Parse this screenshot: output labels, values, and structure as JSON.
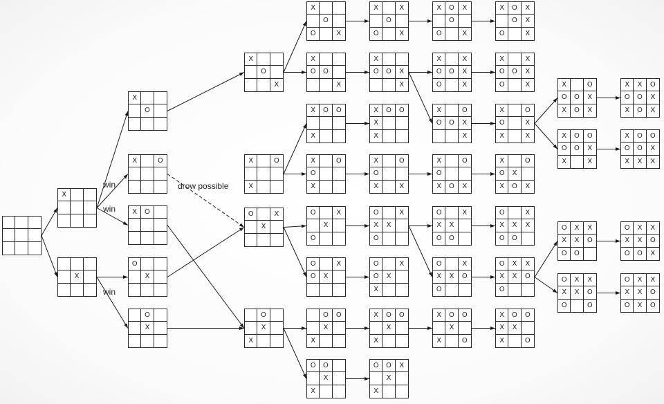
{
  "diagram": {
    "labels": [
      {
        "id": "win1",
        "text": "win"
      },
      {
        "id": "win2",
        "text": "win"
      },
      {
        "id": "win3",
        "text": "win"
      },
      {
        "id": "draw",
        "text": "drow possible"
      }
    ],
    "boards": [
      {
        "id": "b_root",
        "cells": [
          "",
          "",
          "",
          "",
          "",
          "",
          "",
          "",
          ""
        ]
      },
      {
        "id": "b_corner",
        "cells": [
          "X",
          "",
          "",
          "",
          "",
          "",
          "",
          "",
          ""
        ]
      },
      {
        "id": "b_center",
        "cells": [
          "",
          "",
          "",
          "",
          "X",
          "",
          "",
          "",
          ""
        ]
      },
      {
        "id": "c1",
        "cells": [
          "X",
          "",
          "",
          "",
          "O",
          "",
          "",
          "",
          ""
        ]
      },
      {
        "id": "c2",
        "cells": [
          "X",
          "",
          "O",
          "",
          "",
          "",
          "",
          "",
          ""
        ]
      },
      {
        "id": "c3",
        "cells": [
          "X",
          "O",
          "",
          "",
          "",
          "",
          "",
          "",
          ""
        ]
      },
      {
        "id": "c4",
        "cells": [
          "O",
          "",
          "",
          "",
          "X",
          "",
          "",
          "",
          ""
        ]
      },
      {
        "id": "c5",
        "cells": [
          "",
          "O",
          "",
          "",
          "X",
          "",
          "",
          "",
          ""
        ]
      },
      {
        "id": "d1",
        "cells": [
          "X",
          "",
          "",
          "",
          "O",
          "",
          "",
          "",
          "X"
        ]
      },
      {
        "id": "d2",
        "cells": [
          "X",
          "",
          "O",
          "",
          "",
          "",
          "X",
          "",
          ""
        ]
      },
      {
        "id": "d3",
        "cells": [
          "O",
          "",
          "X",
          "",
          "X",
          "",
          "",
          "",
          ""
        ]
      },
      {
        "id": "d4",
        "cells": [
          "",
          "O",
          "",
          "",
          "X",
          "",
          "X",
          "",
          ""
        ]
      },
      {
        "id": "e1",
        "cells": [
          "X",
          "",
          "",
          "",
          "O",
          "",
          "O",
          "",
          "X"
        ]
      },
      {
        "id": "e2",
        "cells": [
          "X",
          "",
          "",
          "O",
          "O",
          "",
          "",
          "",
          "X"
        ]
      },
      {
        "id": "e3",
        "cells": [
          "X",
          "O",
          "O",
          "",
          "",
          "",
          "X",
          "",
          ""
        ]
      },
      {
        "id": "e4",
        "cells": [
          "X",
          "",
          "O",
          "O",
          "",
          "",
          "X",
          "",
          ""
        ]
      },
      {
        "id": "e5",
        "cells": [
          "O",
          "",
          "X",
          "",
          "X",
          "",
          "O",
          "",
          ""
        ]
      },
      {
        "id": "e6",
        "cells": [
          "O",
          "",
          "X",
          "O",
          "X",
          "",
          "",
          "",
          ""
        ]
      },
      {
        "id": "e7",
        "cells": [
          "",
          "O",
          "O",
          "",
          "X",
          "",
          "X",
          "",
          ""
        ]
      },
      {
        "id": "e8",
        "cells": [
          "O",
          "O",
          "",
          "",
          "X",
          "",
          "X",
          "",
          ""
        ]
      },
      {
        "id": "f1",
        "cells": [
          "X",
          "",
          "X",
          "",
          "O",
          "",
          "O",
          "",
          "X"
        ]
      },
      {
        "id": "f2",
        "cells": [
          "X",
          "",
          "",
          "O",
          "O",
          "X",
          "",
          "",
          "X"
        ]
      },
      {
        "id": "f3",
        "cells": [
          "X",
          "O",
          "O",
          "X",
          "",
          "",
          "X",
          "",
          ""
        ]
      },
      {
        "id": "f4",
        "cells": [
          "X",
          "",
          "O",
          "O",
          "",
          "",
          "X",
          "",
          "X"
        ]
      },
      {
        "id": "f5",
        "cells": [
          "O",
          "",
          "X",
          "X",
          "X",
          "",
          "O",
          "",
          ""
        ]
      },
      {
        "id": "f6",
        "cells": [
          "O",
          "",
          "X",
          "O",
          "X",
          "",
          "X",
          "",
          ""
        ]
      },
      {
        "id": "f7",
        "cells": [
          "X",
          "O",
          "O",
          "",
          "X",
          "",
          "X",
          "",
          ""
        ]
      },
      {
        "id": "f8",
        "cells": [
          "O",
          "O",
          "X",
          "",
          "X",
          "",
          "X",
          "",
          ""
        ]
      },
      {
        "id": "g1",
        "cells": [
          "X",
          "O",
          "X",
          "",
          "O",
          "",
          "O",
          "",
          "X"
        ]
      },
      {
        "id": "g2",
        "cells": [
          "X",
          "",
          "X",
          "O",
          "O",
          "X",
          "O",
          "",
          "X"
        ]
      },
      {
        "id": "g3",
        "cells": [
          "X",
          "",
          "O",
          "O",
          "O",
          "X",
          "",
          "",
          "X"
        ]
      },
      {
        "id": "g4",
        "cells": [
          "X",
          "",
          "O",
          "O",
          "",
          "",
          "X",
          "O",
          "X"
        ]
      },
      {
        "id": "g5",
        "cells": [
          "O",
          "",
          "X",
          "X",
          "X",
          "",
          "O",
          "O",
          ""
        ]
      },
      {
        "id": "g6",
        "cells": [
          "O",
          "",
          "X",
          "X",
          "X",
          "O",
          "O",
          "",
          ""
        ]
      },
      {
        "id": "g7",
        "cells": [
          "X",
          "O",
          "O",
          "",
          "X",
          "",
          "X",
          "",
          "O"
        ]
      },
      {
        "id": "h1",
        "cells": [
          "X",
          "O",
          "X",
          "",
          "O",
          "X",
          "O",
          "",
          "X"
        ]
      },
      {
        "id": "h2",
        "cells": [
          "X",
          "",
          "X",
          "O",
          "O",
          "X",
          "O",
          "",
          "X"
        ]
      },
      {
        "id": "h3",
        "cells": [
          "X",
          "",
          "O",
          "O",
          "",
          "X",
          "X",
          "",
          "X"
        ]
      },
      {
        "id": "h4",
        "cells": [
          "X",
          "",
          "O",
          "O",
          "X",
          "",
          "X",
          "O",
          "X"
        ]
      },
      {
        "id": "h5",
        "cells": [
          "O",
          "",
          "X",
          "X",
          "X",
          "X",
          "O",
          "O",
          ""
        ]
      },
      {
        "id": "h6",
        "cells": [
          "O",
          "X",
          "X",
          "X",
          "X",
          "O",
          "O",
          "",
          ""
        ]
      },
      {
        "id": "h7",
        "cells": [
          "X",
          "O",
          "O",
          "X",
          "X",
          "",
          "X",
          "",
          "O"
        ]
      },
      {
        "id": "i1",
        "cells": [
          "X",
          "",
          "O",
          "O",
          "O",
          "X",
          "X",
          "O",
          "X"
        ]
      },
      {
        "id": "i2",
        "cells": [
          "X",
          "O",
          "O",
          "O",
          "O",
          "X",
          "X",
          "",
          "X"
        ]
      },
      {
        "id": "i3",
        "cells": [
          "O",
          "X",
          "X",
          "X",
          "X",
          "O",
          "O",
          "O",
          ""
        ]
      },
      {
        "id": "i4",
        "cells": [
          "O",
          "X",
          "X",
          "X",
          "X",
          "O",
          "O",
          "",
          "O"
        ]
      },
      {
        "id": "j1",
        "cells": [
          "X",
          "X",
          "O",
          "O",
          "O",
          "X",
          "X",
          "O",
          "X"
        ]
      },
      {
        "id": "j2",
        "cells": [
          "X",
          "O",
          "O",
          "O",
          "O",
          "X",
          "X",
          "X",
          "X"
        ]
      },
      {
        "id": "j3",
        "cells": [
          "O",
          "X",
          "X",
          "X",
          "X",
          "O",
          "O",
          "O",
          "X"
        ]
      },
      {
        "id": "j4",
        "cells": [
          "O",
          "X",
          "X",
          "X",
          "X",
          "O",
          "O",
          "X",
          "O"
        ]
      }
    ]
  }
}
